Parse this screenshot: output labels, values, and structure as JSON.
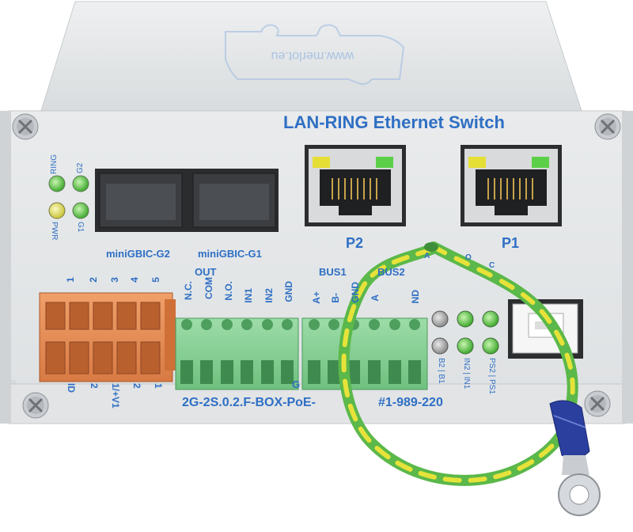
{
  "device": {
    "title": "LAN-RING Ethernet Switch",
    "model_label": "2G-2S.0.2.F-BOX-PoE-",
    "model_suffix": "#1-989-220",
    "partial_letter": "G"
  },
  "leds": {
    "ring": "RING",
    "g2": "G2",
    "pwr": "PWR",
    "g1": "G1"
  },
  "ports": {
    "sfp_g2": "miniGBIC-G2",
    "sfp_g1": "miniGBIC-G1",
    "p2": "P2",
    "p1": "P1"
  },
  "terminals": {
    "orange_numbers": [
      "1",
      "2",
      "3",
      "4",
      "5"
    ],
    "orange_bottom": [
      "ID",
      "2",
      "1/+V1",
      "2",
      "1"
    ],
    "out_label": "OUT",
    "out_pins": [
      "N.C.",
      "COM",
      "N.O."
    ],
    "in_pins": [
      "IN1",
      "IN2",
      "GND"
    ],
    "bus1_label": "BUS1",
    "bus1_pins": [
      "A+",
      "B-",
      "GND"
    ],
    "bus2_label": "BUS2",
    "bus2_pins": [
      "A",
      "ND"
    ],
    "status_labels": [
      "B2 | B1",
      "IN2 | IN1",
      "PS2 | PS1"
    ],
    "partial_top": [
      "A",
      "O",
      "C"
    ]
  },
  "colors": {
    "housing": "#e3e5e7",
    "housing_top": "#f2f3f4",
    "text_blue": "#2f6fc4",
    "led_green": "#58c442",
    "terminal_green": "#7fcf8e",
    "terminal_orange": "#e88a55",
    "cable_green": "#5bb84a",
    "cable_yellow": "#e6e23a",
    "lug_blue": "#2b3f9e"
  }
}
